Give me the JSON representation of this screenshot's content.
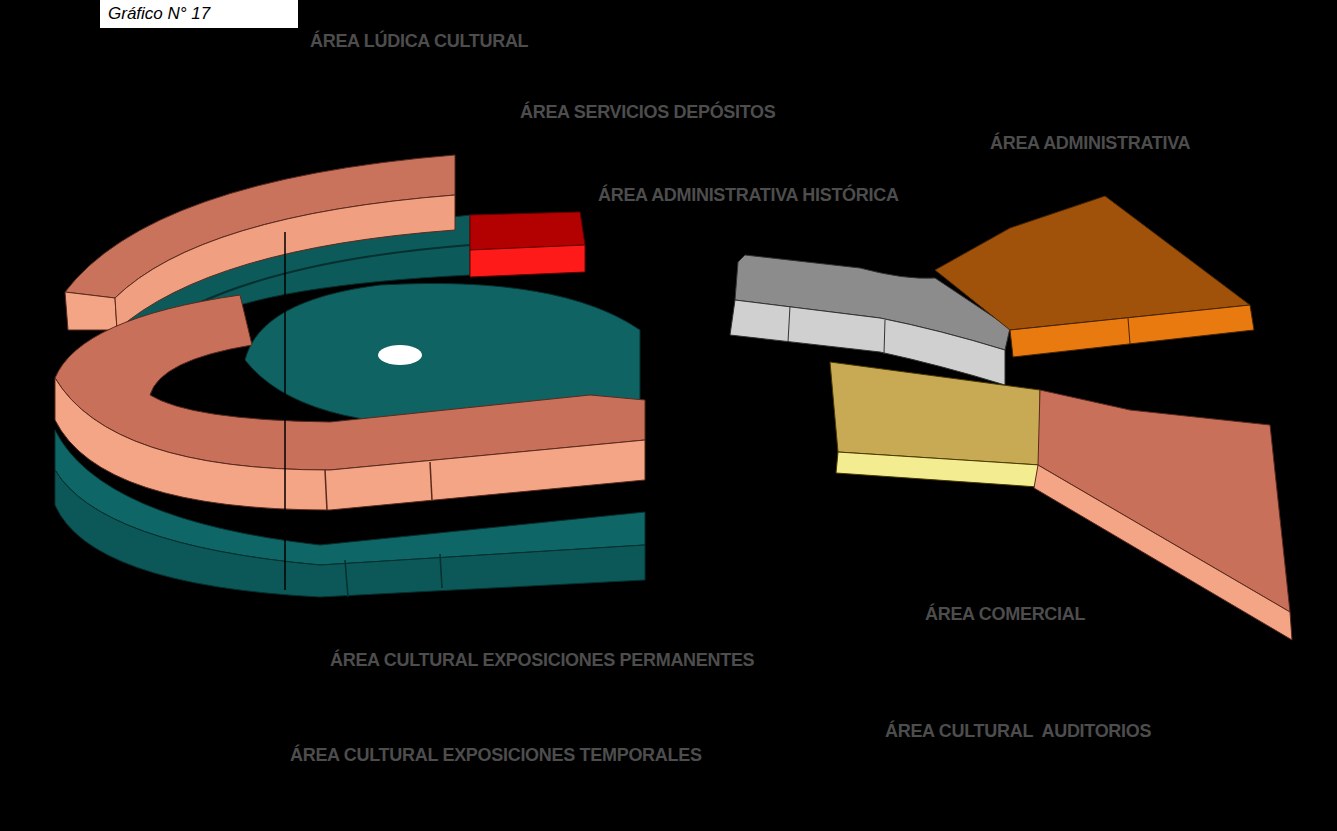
{
  "diagram": {
    "nodes": [
      {
        "text": [
          "Gráfico N° 17"
        ]
      }
    ],
    "labels": [
      "ÁREA LÚDICA CULTURAL",
      "ÁREA SERVICIOS DEPÓSITOS",
      "ÁREA ADMINISTRATIVA",
      "ÁREA ADMINISTRATIVA HISTÓRICA",
      "ÁREA COMERCIAL",
      "ÁREA CULTURAL EXPOSICIONES PERMANENTES",
      "ÁREA CULTURAL  AUDITORIOS",
      "ÁREA CULTURAL EXPOSICIONES TEMPORALES"
    ]
  }
}
